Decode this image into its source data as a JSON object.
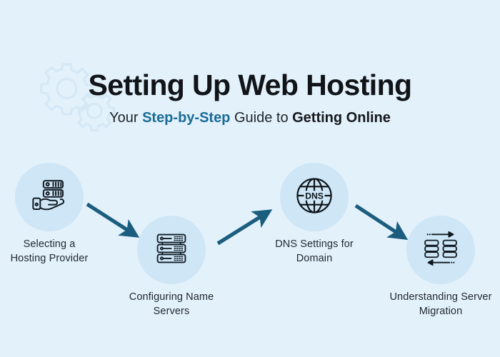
{
  "page": {
    "background_color": "#e3f1fb",
    "accent_color": "#1a6c96",
    "arrow_color": "#1b5d7e",
    "circle_color": "#cee6f6",
    "icon_color": "#111a22"
  },
  "header": {
    "title": "Setting Up Web Hosting",
    "subtitle_part_1": "Your ",
    "subtitle_accent": "Step-by-Step",
    "subtitle_part_2": " Guide to ",
    "subtitle_strong": "Getting Online"
  },
  "watermark": {
    "icon": "gears-icon"
  },
  "steps": [
    {
      "index": 1,
      "icon": "hand-holding-server-icon",
      "label_line_1": "Selecting a",
      "label_line_2": "Hosting Provider"
    },
    {
      "index": 2,
      "icon": "server-rack-icon",
      "label_line_1": "Configuring Name",
      "label_line_2": "Servers"
    },
    {
      "index": 3,
      "icon": "dns-globe-icon",
      "label_line_1": "DNS Settings for",
      "label_line_2": "Domain"
    },
    {
      "index": 4,
      "icon": "server-migration-icon",
      "label_line_1": "Understanding Server",
      "label_line_2": "Migration"
    }
  ],
  "connectors": [
    {
      "name": "arrow-step1-to-step2",
      "direction": "down-right"
    },
    {
      "name": "arrow-step2-to-step3",
      "direction": "up-right"
    },
    {
      "name": "arrow-step3-to-step4",
      "direction": "down-right"
    }
  ],
  "dns_icon_text": "DNS"
}
